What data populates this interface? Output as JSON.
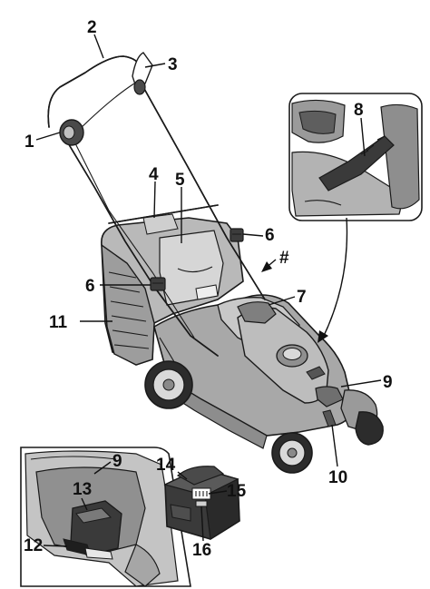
{
  "callouts": {
    "c1": "1",
    "c2": "2",
    "c3": "3",
    "c4": "4",
    "c5": "5",
    "c6a": "6",
    "c6b": "6",
    "c7": "7",
    "c8": "8",
    "c9a": "9",
    "c9b": "9",
    "c10": "10",
    "c11": "11",
    "c12": "12",
    "c13": "13",
    "c14": "14",
    "c15": "15",
    "c16": "16",
    "hash": "#"
  }
}
